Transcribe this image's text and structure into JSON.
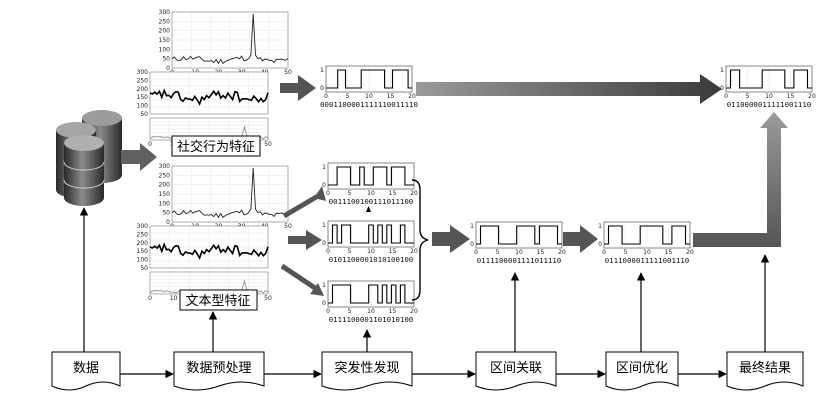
{
  "feature_labels": {
    "social": "社交行为特征",
    "text": "文本型特征"
  },
  "pipeline": [
    {
      "key": "data",
      "label": "数据"
    },
    {
      "key": "preprocess",
      "label": "数据预处理"
    },
    {
      "key": "burst",
      "label": "突发性发现"
    },
    {
      "key": "interval_assoc",
      "label": "区间关联"
    },
    {
      "key": "interval_opt",
      "label": "区间优化"
    },
    {
      "key": "final",
      "label": "最终结果"
    }
  ],
  "binary_codes": {
    "social": "0001100001111110011110",
    "text_a": "0011100100111011100",
    "text_b": "0101100001010100100",
    "text_c": "0111100001101010100",
    "assoc": "0111100001111011110",
    "opt": "0111000011111001110",
    "final": "0110000011111001110"
  },
  "series_panel_ticks": {
    "y_top": [
      "300",
      "250",
      "200",
      "150",
      "100",
      "50",
      "0"
    ],
    "y_mid": [
      "300",
      "250",
      "200",
      "150",
      "100",
      "50",
      "0"
    ],
    "y_bot": [
      "300",
      "250",
      "200",
      "150",
      "100",
      "50",
      "0"
    ],
    "x": [
      "0",
      "10",
      "20",
      "30",
      "40",
      "50"
    ]
  },
  "binary_panel_ticks": {
    "y": [
      "1",
      "0"
    ],
    "x": [
      "0",
      "5",
      "10",
      "15",
      "20"
    ]
  },
  "colors": {
    "arrow_gray": "#6e6e6e",
    "arrow_dark": "#333333",
    "box_border": "#000000"
  },
  "icon": "database-cylinder-icon"
}
